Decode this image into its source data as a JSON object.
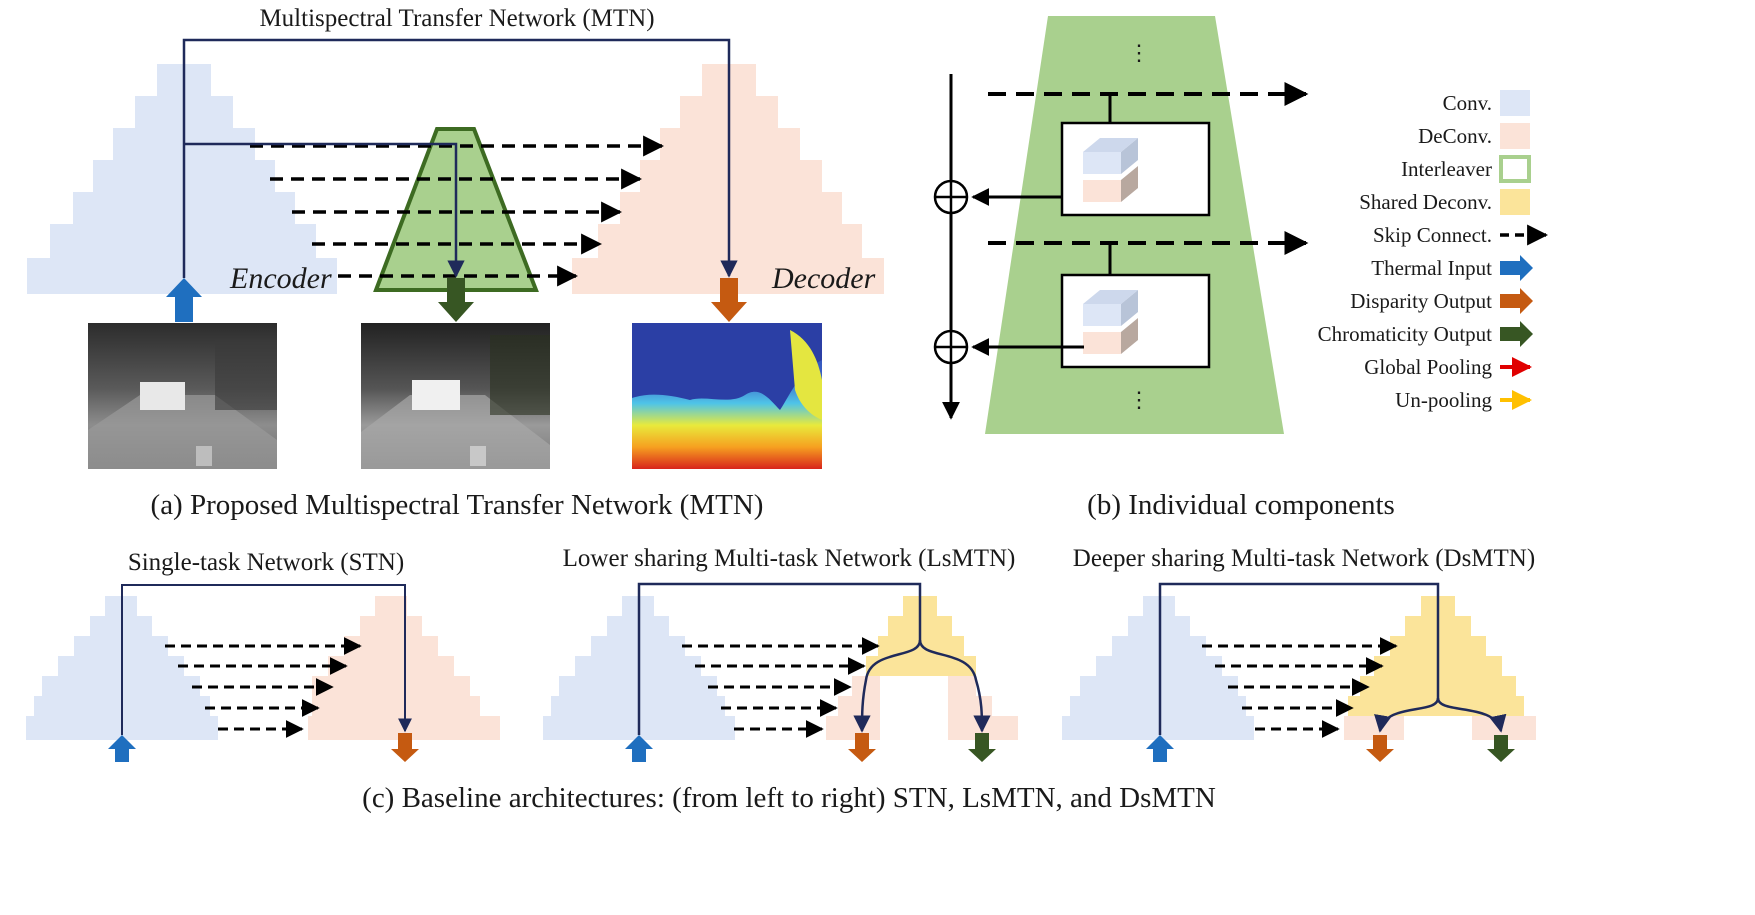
{
  "panel_a": {
    "title": "Multispectral  Transfer Network (MTN)",
    "encoder_label": "Encoder",
    "decoder_label": "Decoder",
    "caption": "(a) Proposed Multispectral Transfer Network (MTN)"
  },
  "panel_b": {
    "caption": "(b) Individual components",
    "legend": [
      {
        "label": "Conv.",
        "swatch": "conv",
        "color": "#dde6f6"
      },
      {
        "label": "DeConv.",
        "swatch": "deconv",
        "color": "#fbe3d8"
      },
      {
        "label": "Interleaver",
        "swatch": "interleaver",
        "color": "#a9d08e"
      },
      {
        "label": "Shared Deconv.",
        "swatch": "shared",
        "color": "#fbe49a"
      },
      {
        "label": "Skip Connect.",
        "swatch": "skip",
        "color": "#000000"
      },
      {
        "label": "Thermal Input",
        "swatch": "arrow",
        "color": "#1f6fbf"
      },
      {
        "label": "Disparity Output",
        "swatch": "arrow",
        "color": "#c55a11"
      },
      {
        "label": "Chromaticity Output",
        "swatch": "arrow",
        "color": "#375623"
      },
      {
        "label": "Global Pooling",
        "swatch": "thin-arrow",
        "color": "#e00000"
      },
      {
        "label": "Un-pooling",
        "swatch": "thin-arrow",
        "color": "#ffc000"
      }
    ]
  },
  "panel_c": {
    "stn_title": "Single-task Network (STN)",
    "lsmtn_title": "Lower sharing Multi-task Network (LsMTN)",
    "dsmtn_title": "Deeper sharing Multi-task Network (DsMTN)",
    "caption": "(c) Baseline architectures: (from left to right) STN, LsMTN, and DsMTN"
  },
  "colors": {
    "conv": "#dde6f6",
    "deconv": "#fbe3d8",
    "interleaver": "#a9d08e",
    "interleaver_border": "#3d6b22",
    "shared": "#fbe49a",
    "thermal": "#1f6fbf",
    "disparity": "#c55a11",
    "chromaticity": "#375623",
    "link": "#1f2a5a"
  }
}
